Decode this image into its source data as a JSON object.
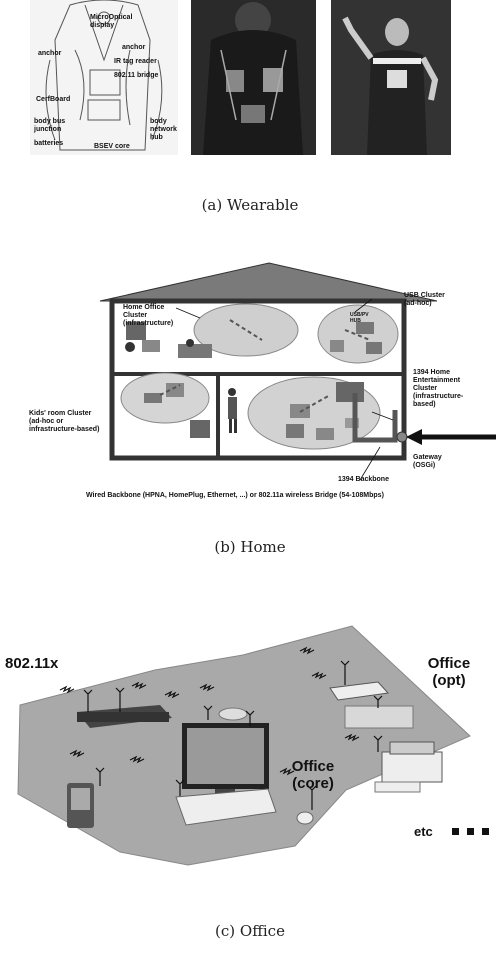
{
  "figure": {
    "captions": {
      "a": "(a) Wearable",
      "b": "(b) Home",
      "c": "(c) Office"
    }
  },
  "wearable": {
    "sketch_labels": {
      "display": "MicroOptical\ndisplay",
      "anchor1": "anchor",
      "anchor2": "anchor",
      "ir": "IR tag reader",
      "bridge": "802.11 bridge",
      "cerf": "CerfBoard",
      "junction": "body bus\njunction",
      "hub": "body\nnetwork\nhub",
      "batteries": "batteries",
      "bsev": "BSEV core"
    }
  },
  "home": {
    "labels": {
      "home_office": "Home Office\nCluster\n(infrastructure)",
      "usb": "USB Cluster\n(ad-hoc)",
      "usb_hub": "USB/PV\nHUB",
      "entertainment": "1394 Home\nEntertainment\nCluster\n(infrastructure-\nbased)",
      "kids": "Kids' room Cluster\n(ad-hoc or\ninfrastructure-based)",
      "gateway": "Gateway\n(OSGi)",
      "backbone_1394": "1394 Backbone",
      "wired": "Wired Backbone (HPNA, HomePlug, Ethernet, ...) or 802.11a wireless Bridge (54-108Mbps)"
    }
  },
  "office": {
    "labels": {
      "wifi": "802.11x",
      "opt": "Office\n(opt)",
      "core": "Office\n(core)",
      "etc": "etc"
    }
  }
}
